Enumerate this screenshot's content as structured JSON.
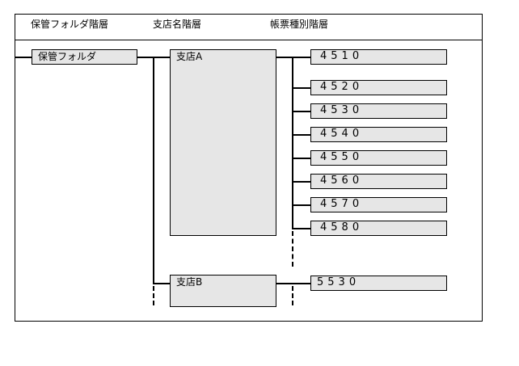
{
  "headers": {
    "col1": "保管フォルダ階層",
    "col2": "支店名階層",
    "col3": "帳票種別階層"
  },
  "root": {
    "label": "保管フォルダ"
  },
  "branches": [
    {
      "label": "支店A",
      "forms": [
        "4510",
        "4520",
        "4530",
        "4540",
        "4550",
        "4560",
        "4570",
        "4580"
      ]
    },
    {
      "label": "支店B",
      "forms": [
        "5530"
      ]
    }
  ],
  "colors": {
    "box_fill": "#e6e6e6",
    "line": "#000000",
    "background": "#ffffff"
  }
}
